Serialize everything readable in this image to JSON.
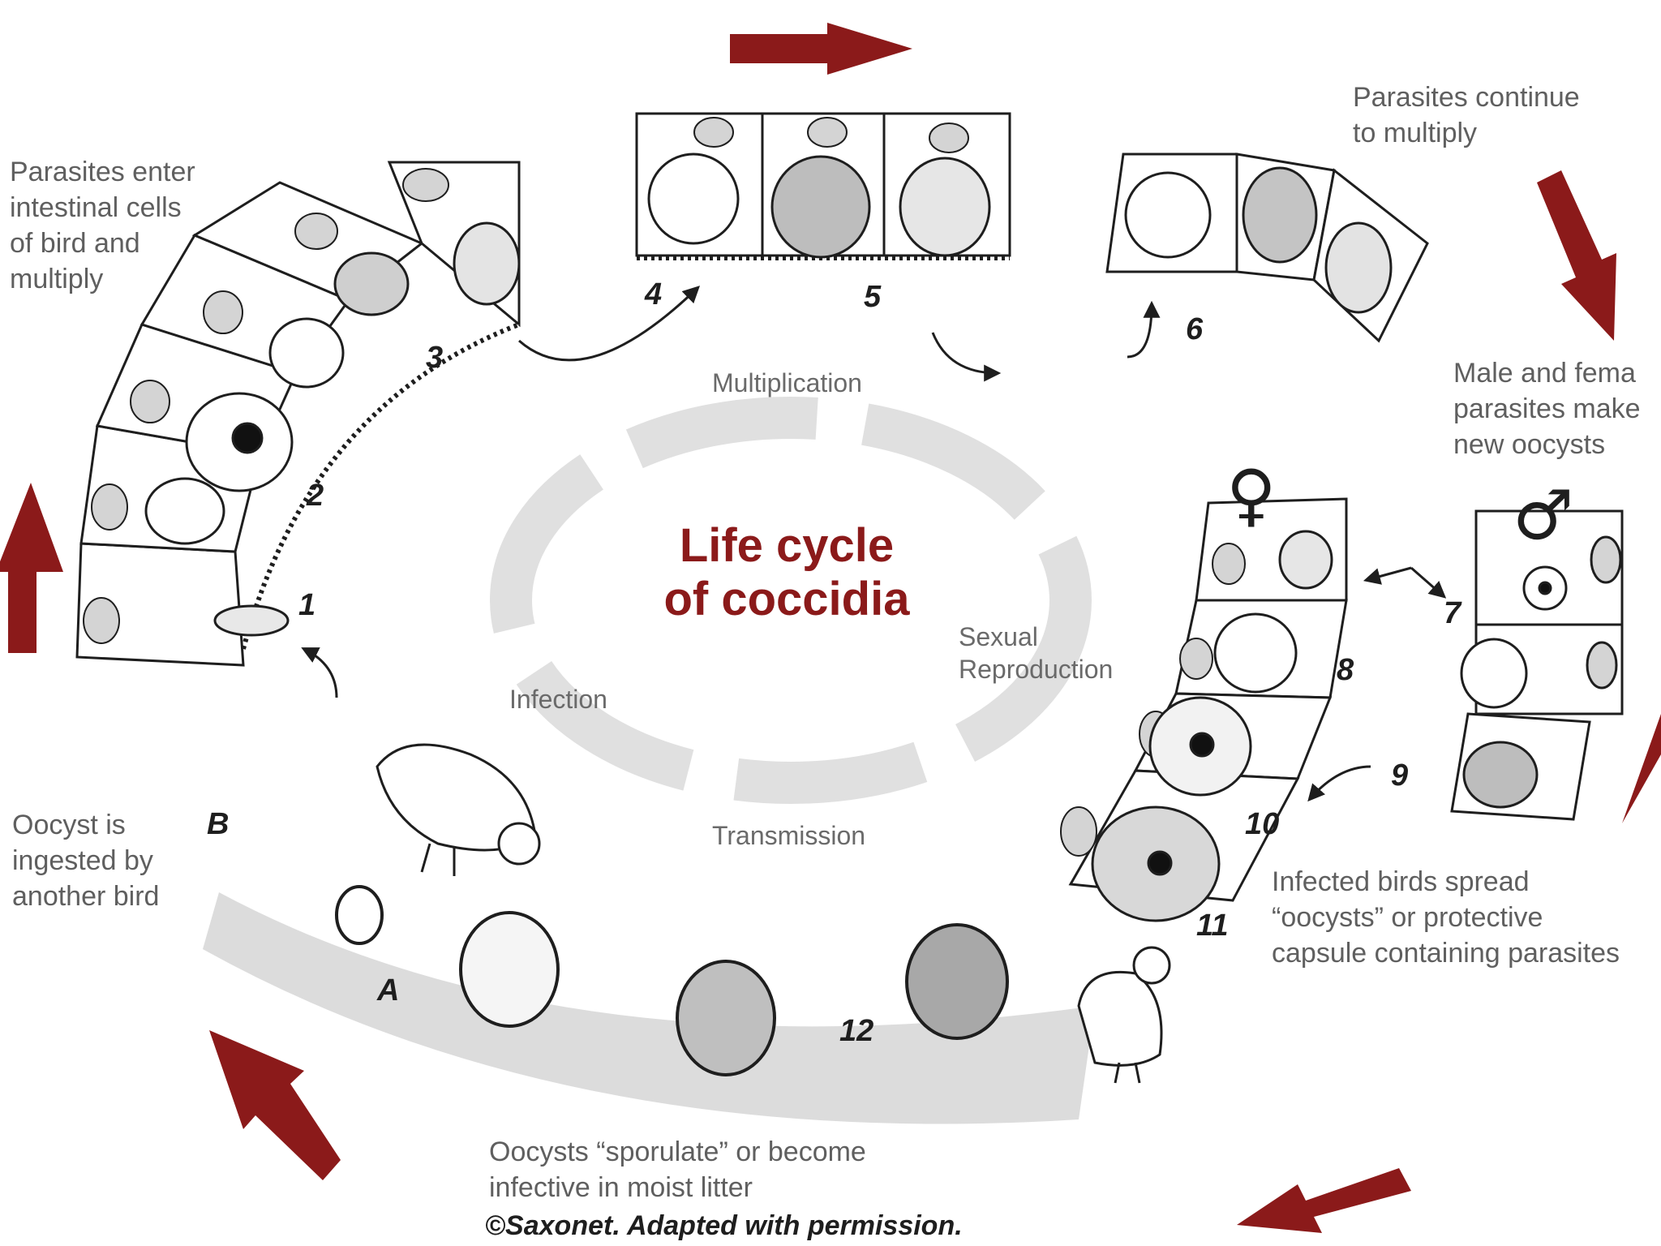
{
  "title": "Life cycle\nof coccidia",
  "colors": {
    "arrow": "#8b1a1a",
    "title": "#8b1a1a",
    "band": "#dcdcdc",
    "line": "#1e1e1e",
    "text": "#5f5f5f"
  },
  "phases": {
    "multiplication": "Multiplication",
    "sexual_reproduction": "Sexual\nReproduction",
    "infection": "Infection",
    "transmission": "Transmission"
  },
  "annotations": {
    "enter": "Parasites enter\nintestinal cells\nof bird and\nmultiply",
    "continue": "Parasites continue\nto multiply",
    "oocysts_new": "Male and fema\nparasites make\nnew oocysts",
    "ingested": "Oocyst is\ningested by\nanother bird",
    "spread": "Infected birds spread\n“oocysts” or protective\ncapsule containing parasites",
    "sporulate": "Oocysts “sporulate” or become\ninfective in moist litter"
  },
  "stage_numbers": [
    "1",
    "2",
    "3",
    "4",
    "5",
    "6",
    "7",
    "8",
    "9",
    "10",
    "11",
    "12"
  ],
  "stage_letters": [
    "A",
    "B"
  ],
  "symbols": {
    "female": "♀",
    "male": "♂"
  },
  "credit": "©Saxonet. Adapted with permission."
}
